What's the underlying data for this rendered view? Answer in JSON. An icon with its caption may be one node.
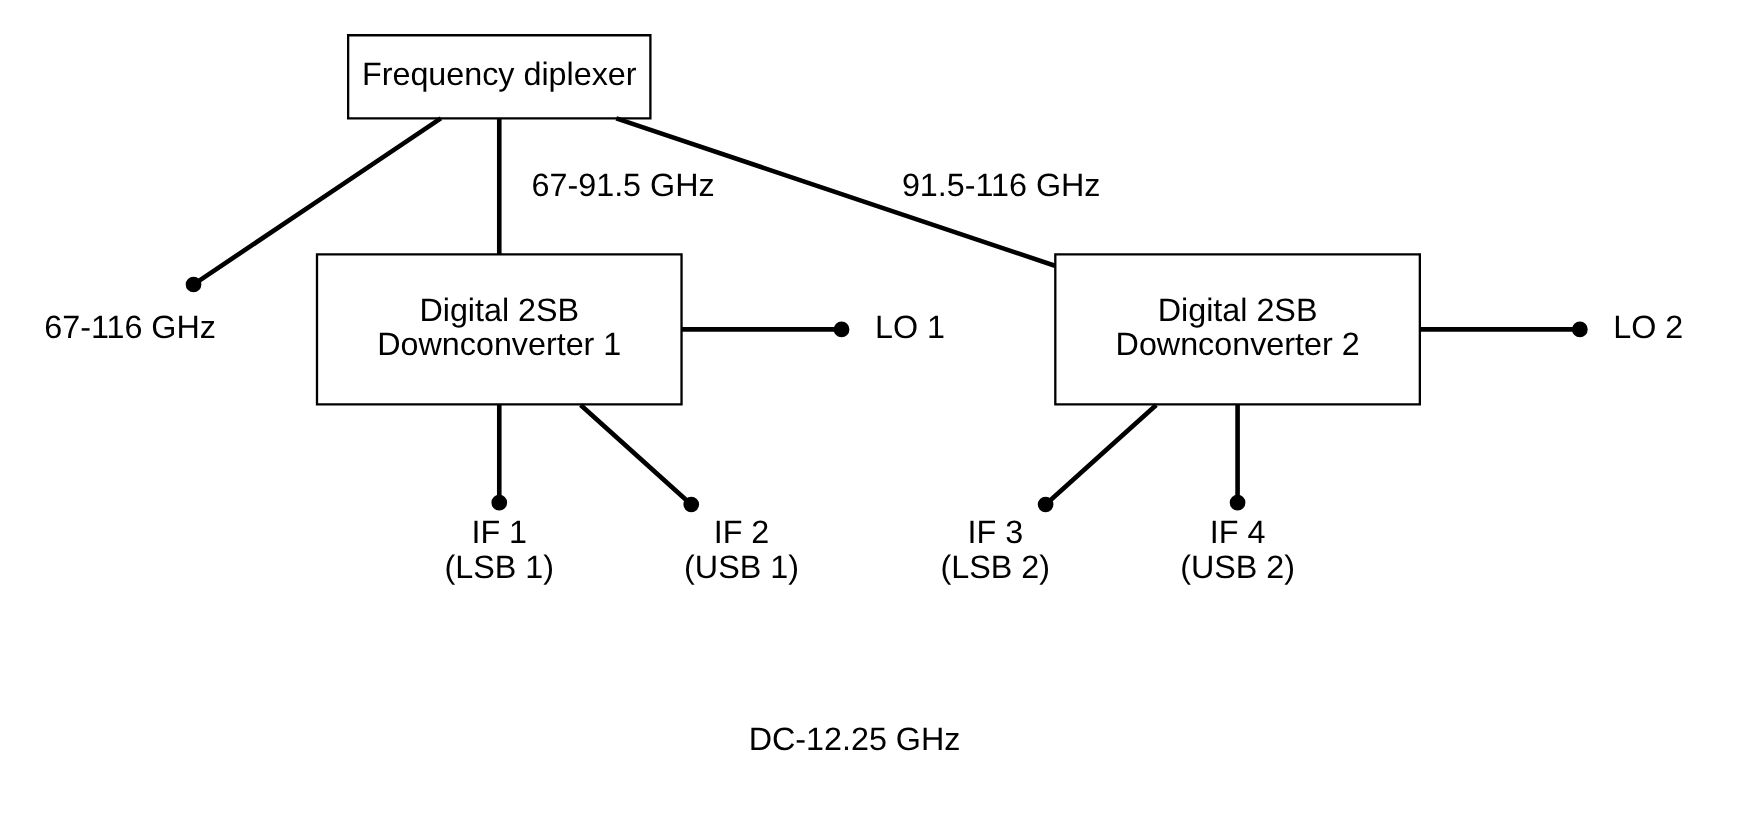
{
  "diagram": {
    "nodes": [
      {
        "text": [
          "67-116 GHz"
        ]
      },
      {
        "text": [
          "Frequency diplexer"
        ]
      },
      {
        "text": [
          "Digital 2SB Downconverter 1"
        ]
      },
      {
        "text": [
          "LO 1"
        ]
      },
      {
        "text": [
          "LO 2"
        ]
      },
      {
        "text": [
          "Digital 2SB Downconverter 2"
        ]
      },
      {
        "text": [
          "IF 1 (LSB 1)"
        ]
      },
      {
        "text": [
          "IF 2 (USB 1)"
        ]
      },
      {
        "text": [
          "IF 3 (LSB 2)"
        ]
      },
      {
        "text": [
          "IF 4 (USB 2)"
        ]
      }
    ],
    "edges": [
      {
        "from": 1,
        "to": 0,
        "arrow": "other"
      },
      {
        "from": 1,
        "to": 2,
        "arrow": "none",
        "label": "67-91.5 GHz"
      },
      {
        "from": 1,
        "to": 5,
        "arrow": "none",
        "label": "91.5-116 GHz"
      },
      {
        "from": 2,
        "to": 3,
        "arrow": "other"
      },
      {
        "from": 5,
        "to": 4,
        "arrow": "other"
      },
      {
        "from": 2,
        "to": 6,
        "arrow": "other"
      },
      {
        "from": 2,
        "to": 7,
        "arrow": "other"
      },
      {
        "from": 5,
        "to": 8,
        "arrow": "other"
      },
      {
        "from": 5,
        "to": 9,
        "arrow": "other"
      }
    ],
    "labels": [
      "DC-12.25 GHz"
    ]
  }
}
